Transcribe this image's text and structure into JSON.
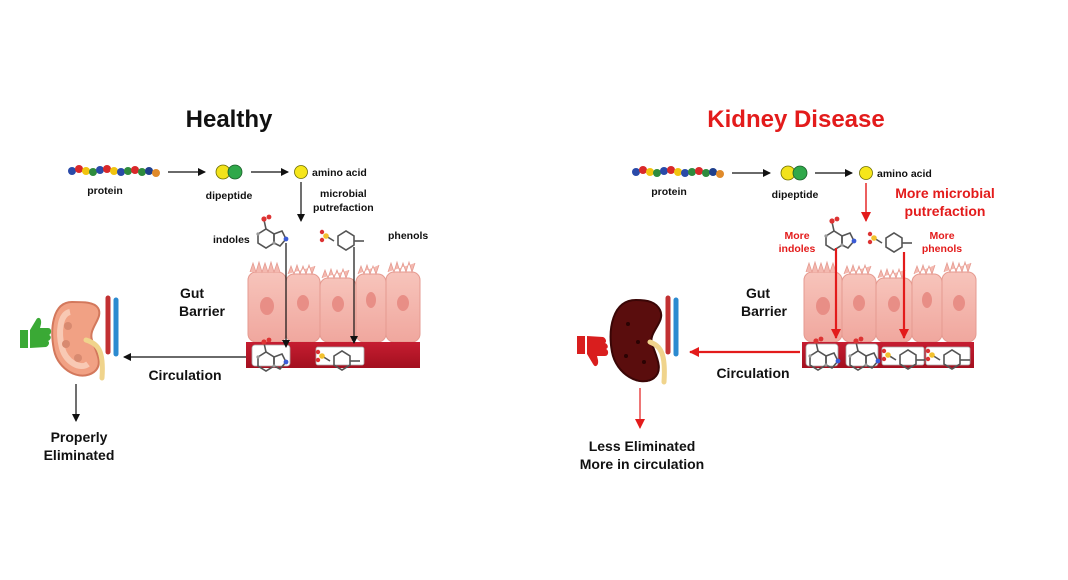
{
  "colors": {
    "healthy_title": "#111111",
    "disease_title": "#e31b1b",
    "accent_red": "#e31b1b",
    "arrow_black": "#111111",
    "cell_fill": "#f4b9b0",
    "cell_nucleus": "#e88e86",
    "blood_vessel": "#b8152a",
    "thumb_up": "#3aa935",
    "thumb_down": "#d91e1e"
  },
  "healthy": {
    "title": "Healthy",
    "protein_label": "protein",
    "dipeptide_label": "dipeptide",
    "amino_acid_label": "amino acid",
    "putrefaction_line1": "microbial",
    "putrefaction_line2": "putrefaction",
    "indoles_label": "indoles",
    "phenols_label": "phenols",
    "gut_line1": "Gut",
    "gut_line2": "Barrier",
    "circulation_label": "Circulation",
    "outcome_line1": "Properly",
    "outcome_line2": "Eliminated",
    "thumb_icon": "thumbs-up-icon"
  },
  "disease": {
    "title": "Kidney Disease",
    "protein_label": "protein",
    "dipeptide_label": "dipeptide",
    "amino_acid_label": "amino acid",
    "putrefaction_line1": "More microbial",
    "putrefaction_line2": "putrefaction",
    "indoles_line1": "More",
    "indoles_line2": "indoles",
    "phenols_line1": "More",
    "phenols_line2": "phenols",
    "gut_line1": "Gut",
    "gut_line2": "Barrier",
    "circulation_label": "Circulation",
    "outcome_line1": "Less Eliminated",
    "outcome_line2": "More in circulation",
    "thumb_icon": "thumbs-down-icon"
  }
}
